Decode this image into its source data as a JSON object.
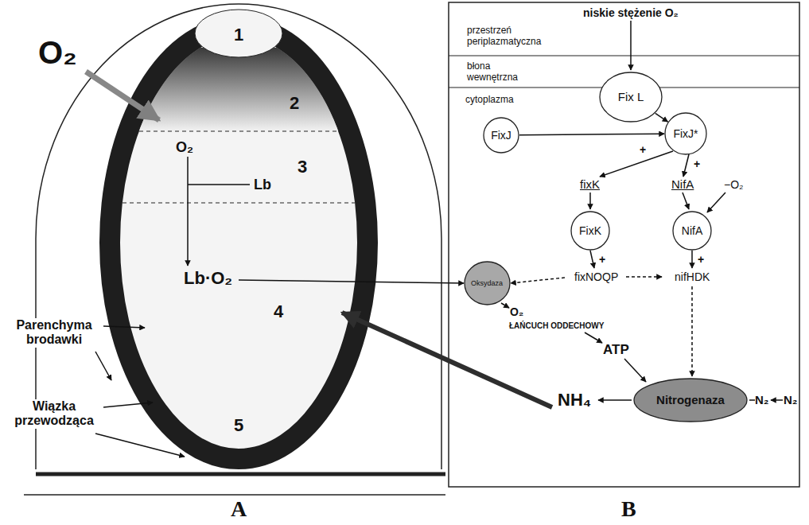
{
  "diagram": {
    "nodes": [
      {
        "text": [
          "Fix L"
        ]
      },
      {
        "text": [
          "FixJ"
        ]
      },
      {
        "text": [
          "FixJ*"
        ]
      },
      {
        "text": [
          "FixK"
        ]
      },
      {
        "text": [
          "NifA"
        ]
      },
      {
        "text": [
          "Oksydaza"
        ]
      },
      {
        "text": [
          "Nitrogenaza"
        ]
      }
    ],
    "edges": [
      {
        "from": 1,
        "to": 2,
        "arrow": "to"
      },
      {
        "from": 0,
        "to": 2,
        "arrow": "to"
      }
    ],
    "labels": [
      "O₂",
      "O₂",
      "Lb",
      "Lb·O₂",
      "1",
      "2",
      "3",
      "4",
      "5",
      "Parenchyma brodawki",
      "Wiązka przewodząca",
      "A",
      "niskie stężenie O₂",
      "przestrzeń periplazmatyczna",
      "błona wewnętrzna",
      "cytoplazma",
      "+",
      "+",
      "+",
      "+",
      "fixK",
      "NifA",
      "−O₂",
      "fixNOQP",
      "nifHDK",
      "O₂",
      "ŁAŃCUCH ODDECHOWY",
      "ATP",
      "NH₄",
      "N₂",
      "N₂",
      "B"
    ]
  }
}
